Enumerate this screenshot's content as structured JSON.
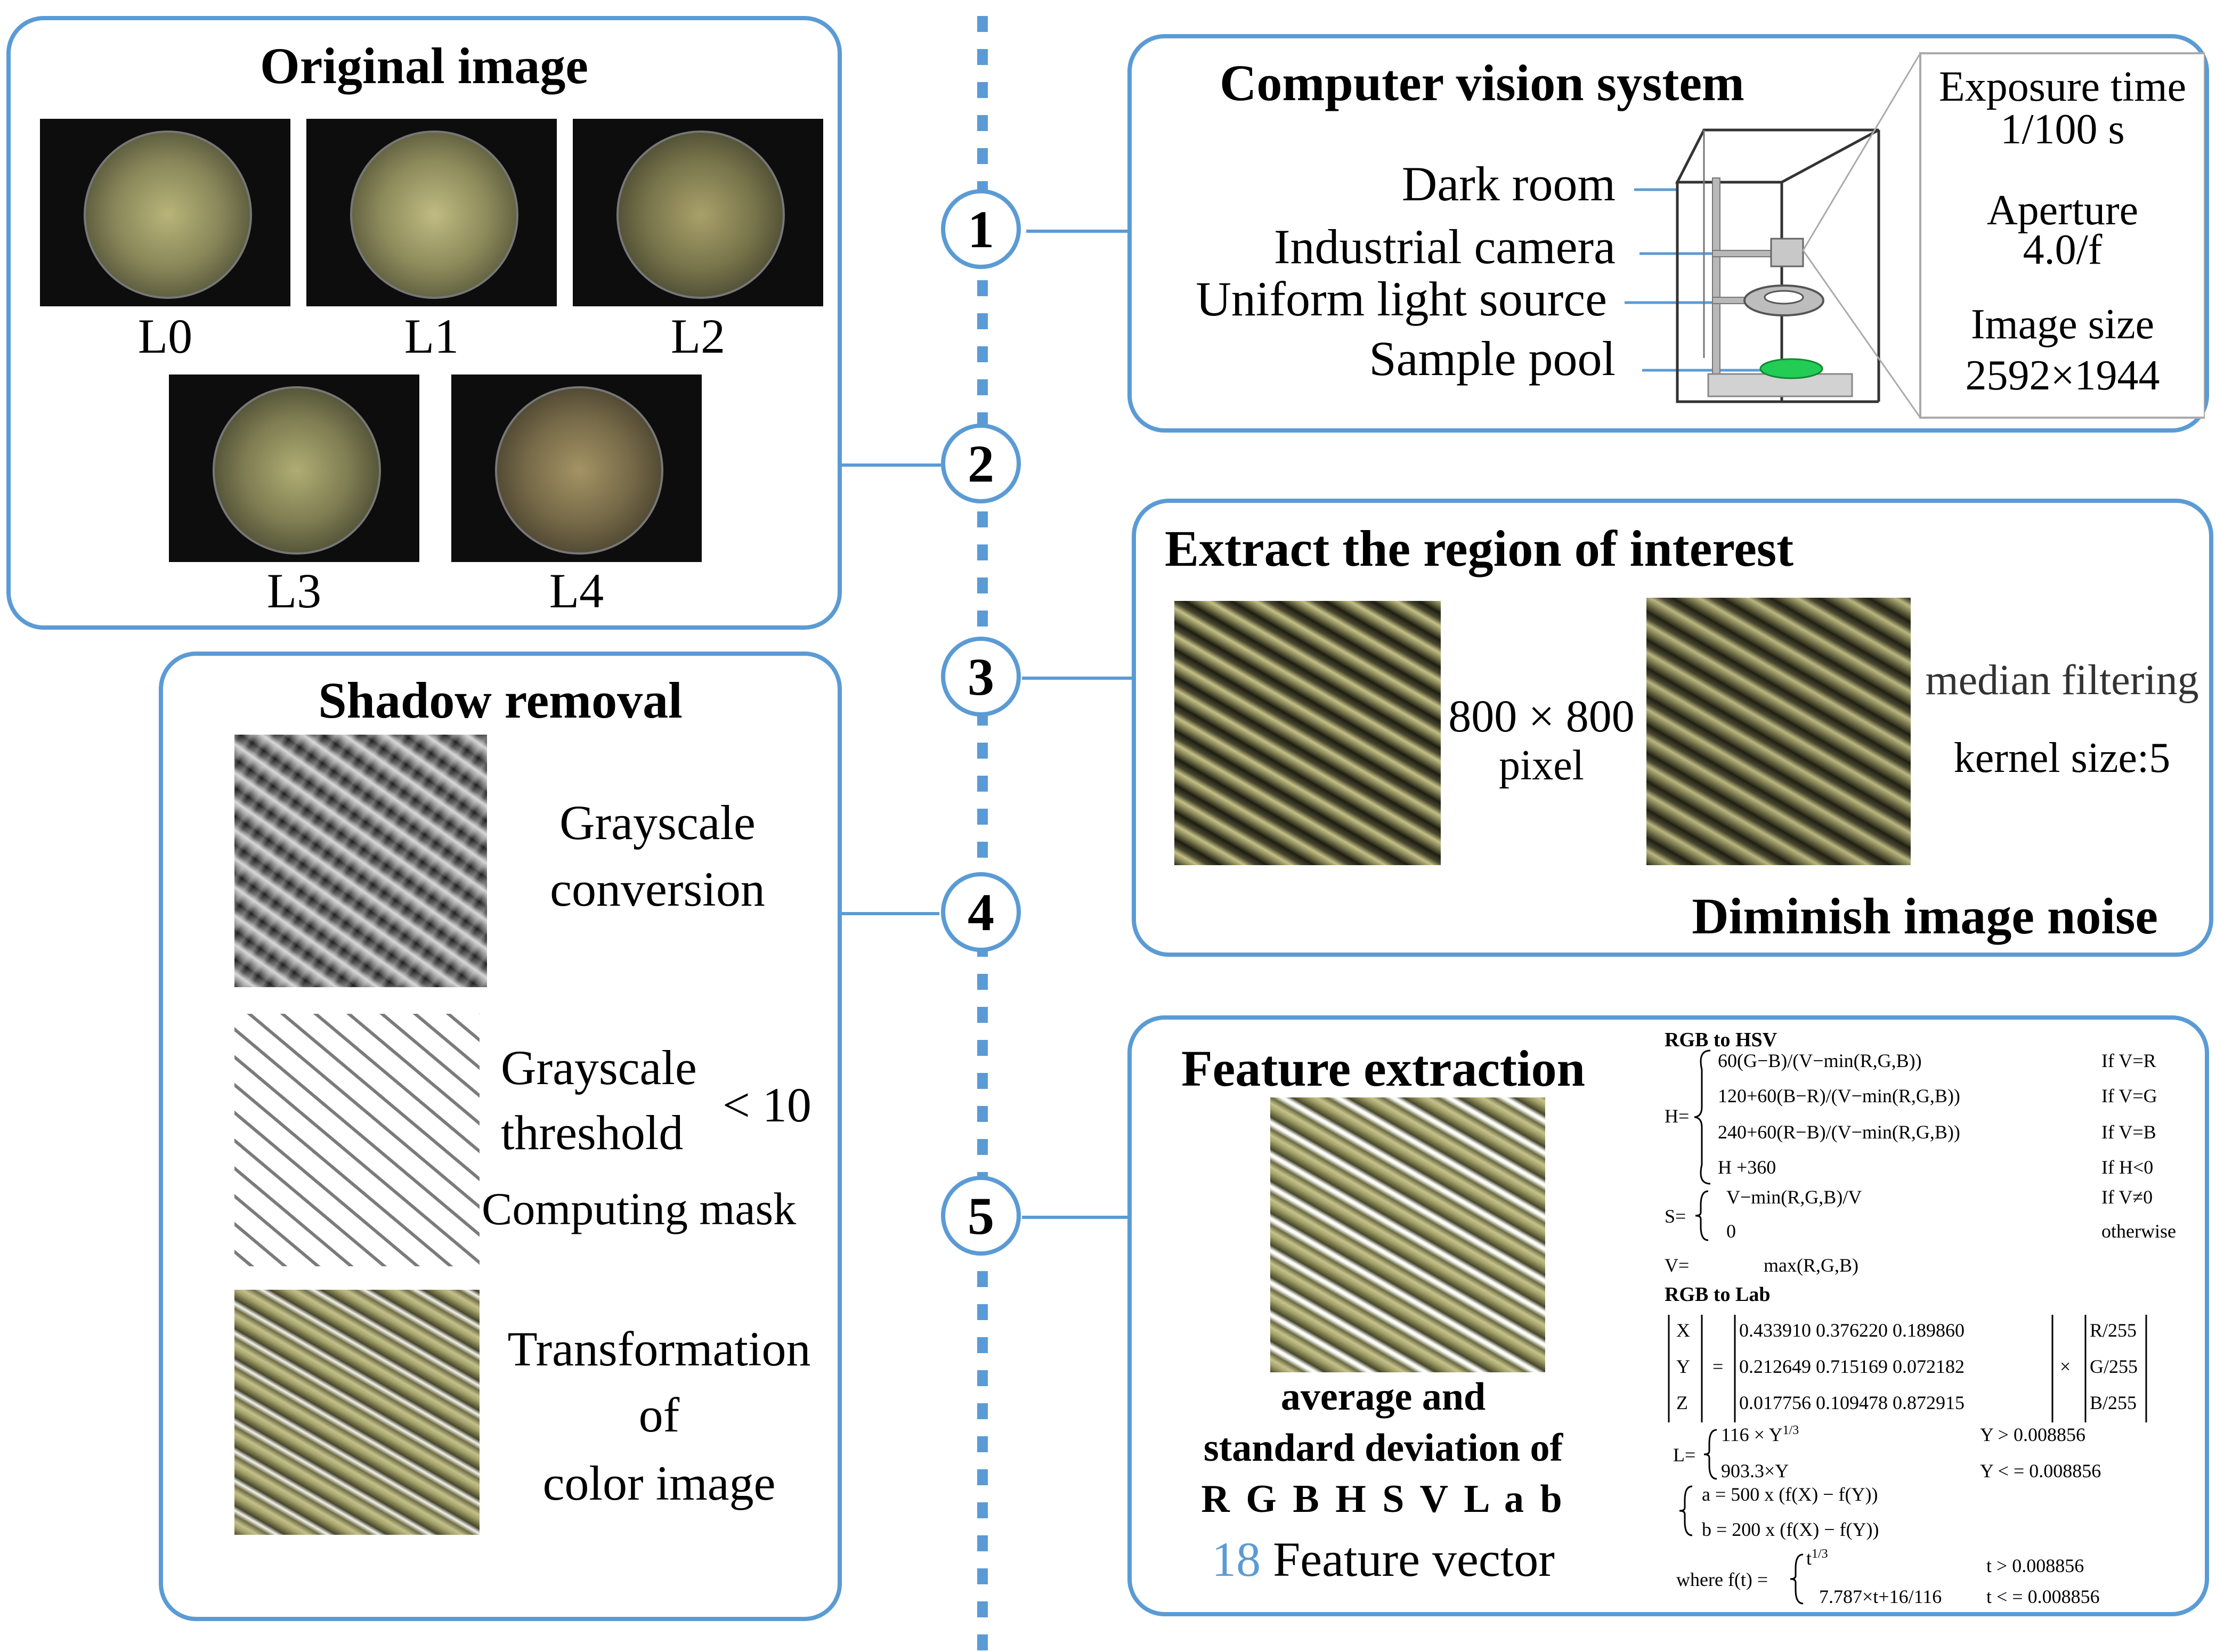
{
  "colors": {
    "accent": "#5b9bd5",
    "green": "#22cc55"
  },
  "steps": [
    "1",
    "2",
    "3",
    "4",
    "5"
  ],
  "original": {
    "title": "Original image",
    "labels": [
      "L0",
      "L1",
      "L2",
      "L3",
      "L4"
    ]
  },
  "cvs": {
    "title": "Computer vision system",
    "labels": [
      "Dark room",
      "Industrial camera",
      "Uniform light source",
      "Sample pool"
    ],
    "specs": {
      "exposure_label": "Exposure time",
      "exposure_value": "1/100 s",
      "aperture_label": "Aperture",
      "aperture_value": "4.0/f",
      "size_label": "Image size",
      "size_value": "2592×1944"
    }
  },
  "roi": {
    "title": "Extract the region of interest",
    "size": "800 × 800",
    "unit": "pixel",
    "filter": "median filtering",
    "kernel": "kernel size:5",
    "subtitle": "Diminish image noise"
  },
  "shadow": {
    "title": "Shadow removal",
    "gray1": "Grayscale",
    "gray2": "conversion",
    "thr1": "Grayscale",
    "thr2": "threshold",
    "thr_val": "< 10",
    "mask": "Computing mask",
    "trans1": "Transformation",
    "trans2": "of",
    "trans3": "color image"
  },
  "feature": {
    "title": "Feature extraction",
    "desc1": "average and",
    "desc2": "standard deviation of",
    "desc3": "R G B H S V L a b",
    "count": "18",
    "count_label": " Feature vector",
    "hsv_title": "RGB to HSV",
    "h_label": "H=",
    "h_rows": [
      [
        "60(G−B)/(V−min(R,G,B))",
        "If V=R"
      ],
      [
        "120+60(B−R)/(V−min(R,G,B))",
        "If V=G"
      ],
      [
        "240+60(R−B)/(V−min(R,G,B))",
        "If V=B"
      ],
      [
        "H +360",
        "If H<0"
      ]
    ],
    "s_label": "S=",
    "s_rows": [
      [
        "V−min(R,G,B)/V",
        "If V≠0"
      ],
      [
        "0",
        "otherwise"
      ]
    ],
    "v_label": "V=",
    "v_expr": "max(R,G,B)",
    "lab_title": "RGB to Lab",
    "xyz": [
      "X",
      "Y",
      "Z"
    ],
    "matrix": [
      "0.433910 0.376220 0.189860",
      "0.212649 0.715169 0.072182",
      "0.017756 0.109478 0.872915"
    ],
    "rgbn": [
      "R/255",
      "G/255",
      "B/255"
    ],
    "l_label": "L=",
    "l_rows": [
      [
        "116 × Y",
        "1/3",
        "Y > 0.008856"
      ],
      [
        "903.3×Y",
        "",
        "Y < = 0.008856"
      ]
    ],
    "ab_rows": [
      "a = 500 x (f(X) − f(Y))",
      "b = 200 x (f(X) − f(Y))"
    ],
    "f_label": "where f(t) =",
    "f_rows": [
      [
        "t",
        "1/3",
        "t > 0.008856"
      ],
      [
        "7.787×t+16/116",
        "",
        "t < = 0.008856"
      ]
    ]
  }
}
